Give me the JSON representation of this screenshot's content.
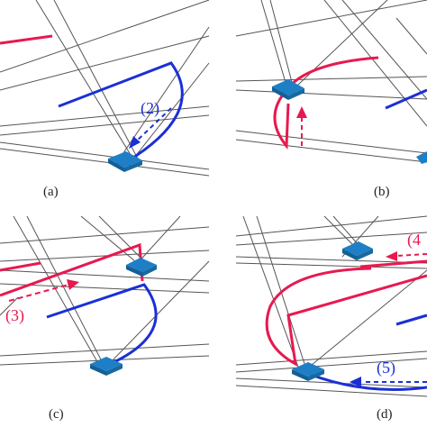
{
  "colors": {
    "red": "#e8194f",
    "blue": "#1b2fd6",
    "block": "#1e7fc7",
    "block_dark": "#135f97",
    "wire": "#555555"
  },
  "panels": [
    {
      "label": "(a)",
      "step": "(2)"
    },
    {
      "label": "(b)",
      "step": ""
    },
    {
      "label": "(c)",
      "step": "(3)"
    },
    {
      "label": "(d)",
      "step_top": "(4",
      "step_bottom": "(5)"
    }
  ]
}
